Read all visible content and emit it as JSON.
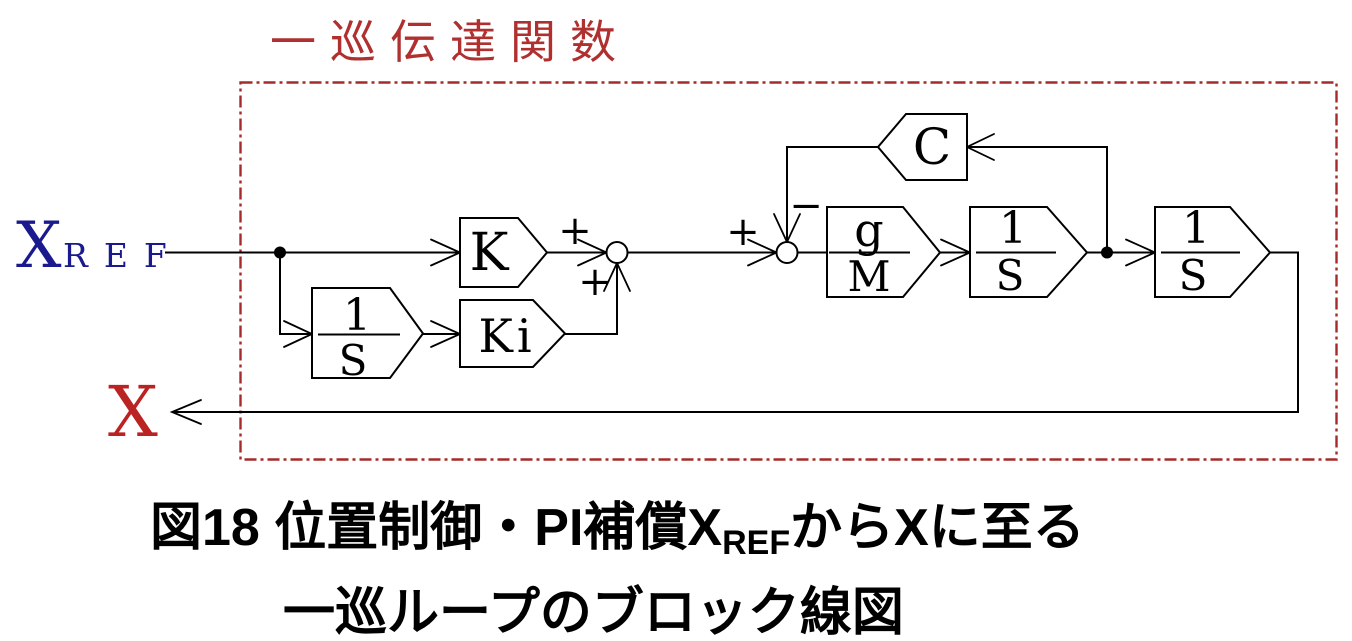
{
  "title": "一巡伝達関数",
  "input_label": {
    "main": "X",
    "sub": "REF"
  },
  "output_label": "X",
  "blocks": {
    "k": {
      "label": "K"
    },
    "integ_a": {
      "num": "1",
      "den": "S"
    },
    "ki": {
      "label": "Ki"
    },
    "gm": {
      "num": "g",
      "den": "M"
    },
    "integ_b": {
      "num": "1",
      "den": "S"
    },
    "integ_c": {
      "num": "1",
      "den": "S"
    },
    "c": {
      "label": "C"
    }
  },
  "signs": {
    "sum1_upper": "+",
    "sum1_lower": "+",
    "sum2_left": "+",
    "sum2_top": "−"
  },
  "caption": {
    "line1_pre": "図18 位置制御・PI補償X",
    "line1_sub": "REF",
    "line1_post": "からXに至る",
    "line2": "一巡ループのブロック線図"
  },
  "colors": {
    "diagram_red": "#b03030",
    "border_red": "#a52a2a",
    "input_navy": "#1a1a8e",
    "output_red": "#bb2222",
    "line_black": "#000000"
  }
}
